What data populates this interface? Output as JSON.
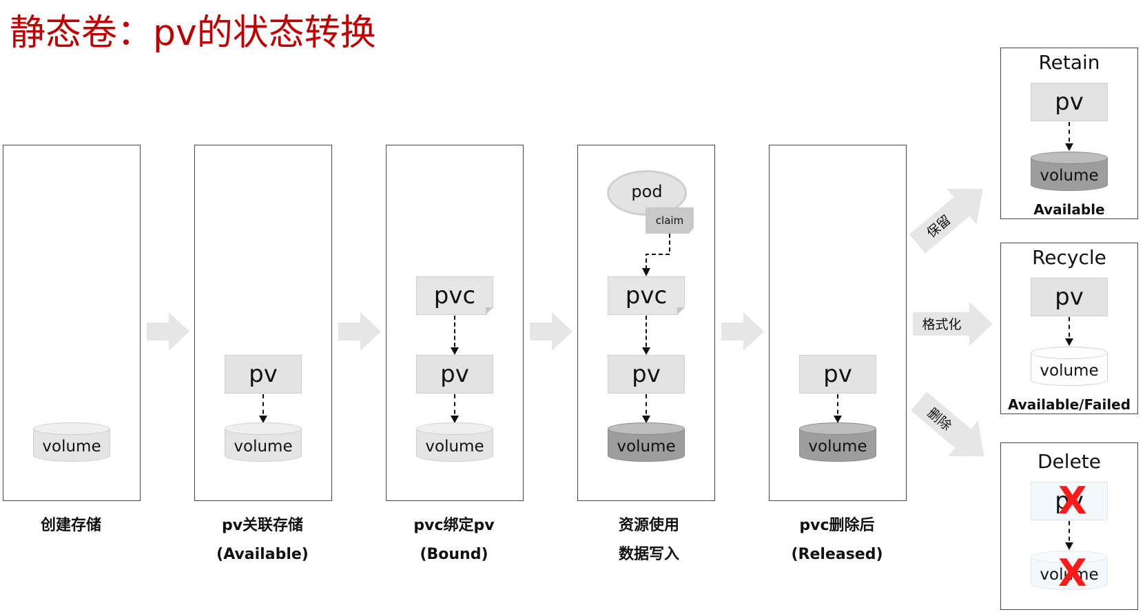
{
  "title": "静态卷：pv的状态转换",
  "labels": {
    "pv": "pv",
    "pvc": "pvc",
    "volume": "volume",
    "pod": "pod",
    "claim": "claim"
  },
  "stages": [
    {
      "caption_line1": "创建存储",
      "caption_line2": ""
    },
    {
      "caption_line1": "pv关联存储",
      "caption_line2": "(Available)"
    },
    {
      "caption_line1": "pvc绑定pv",
      "caption_line2": "(Bound)"
    },
    {
      "caption_line1": "资源使用",
      "caption_line2": "数据写入"
    },
    {
      "caption_line1": "pvc删除后",
      "caption_line2": "(Released)"
    }
  ],
  "policies": [
    {
      "title": "Retain",
      "status": "Available",
      "arrow_label": "保留"
    },
    {
      "title": "Recycle",
      "status": "Available/Failed",
      "arrow_label": "格式化"
    },
    {
      "title": "Delete",
      "status": "",
      "arrow_label": "删除"
    }
  ],
  "colors": {
    "title": "#c00000",
    "box_fill": "#e3e3e3",
    "volume_dark": "#9d9d9d",
    "arrow_fill": "#e6e6e6",
    "x_mark": "#ff1a1a"
  }
}
